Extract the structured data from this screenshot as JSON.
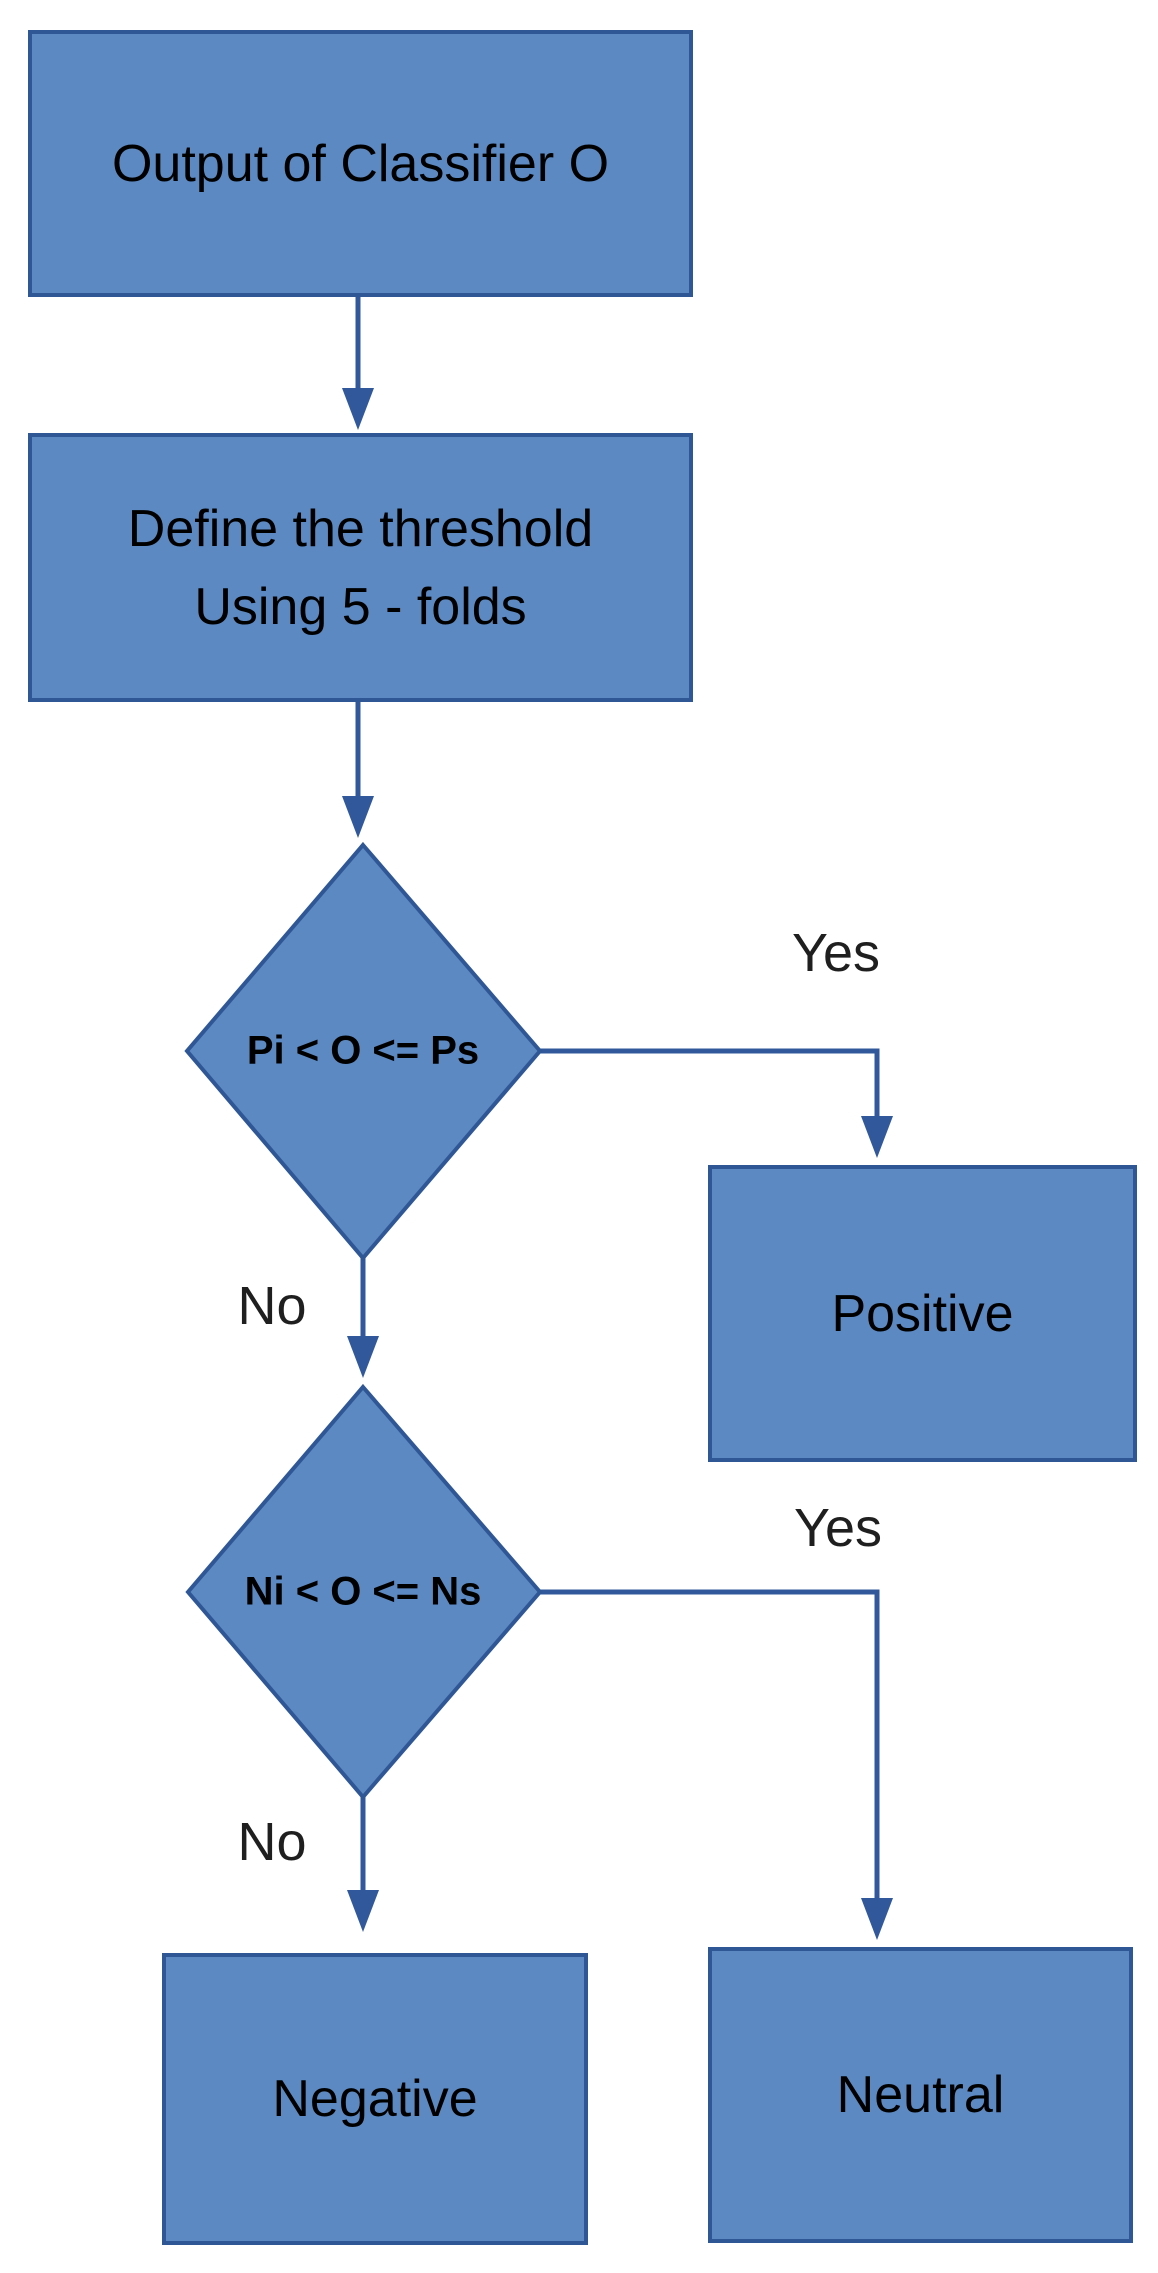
{
  "flowchart": {
    "nodes": {
      "output": {
        "shape": "rectangle",
        "label": "Output of Classifier O"
      },
      "threshold": {
        "shape": "rectangle",
        "label_line1": "Define the threshold",
        "label_line2": "Using 5 - folds"
      },
      "decision_p": {
        "shape": "diamond",
        "label": "Pi < O <= Ps"
      },
      "decision_n": {
        "shape": "diamond",
        "label": "Ni < O <= Ns"
      },
      "positive": {
        "shape": "rectangle",
        "label": "Positive"
      },
      "negative": {
        "shape": "rectangle",
        "label": "Negative"
      },
      "neutral": {
        "shape": "rectangle",
        "label": "Neutral"
      }
    },
    "edge_labels": {
      "decision_p_yes": "Yes",
      "decision_p_no": "No",
      "decision_n_yes": "Yes",
      "decision_n_no": "No"
    },
    "colors": {
      "node_fill": "#5c89c2",
      "node_border": "#2f5795",
      "connector": "#30589b",
      "node_text": "#000000",
      "label_text": "#1f1f1f"
    }
  }
}
